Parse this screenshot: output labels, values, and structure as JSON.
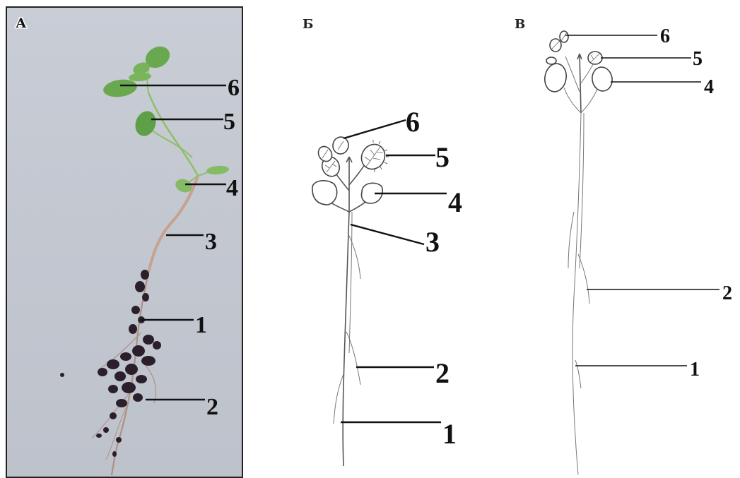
{
  "panels": [
    {
      "letter": "А",
      "labels": [
        "6",
        "5",
        "4",
        "3",
        "1",
        "2"
      ]
    },
    {
      "letter": "Б",
      "labels": [
        "6",
        "5",
        "4",
        "3",
        "2",
        "1"
      ]
    },
    {
      "letter": "В",
      "labels": [
        "6",
        "5",
        "4",
        "2",
        "1"
      ]
    }
  ],
  "colors": {
    "photo_background": "#c5cad3",
    "leaf_green": "#6aa84f",
    "stem_pink": "#c9a08a",
    "soil_dark": "#2b1f2b",
    "ink": "#111111"
  }
}
